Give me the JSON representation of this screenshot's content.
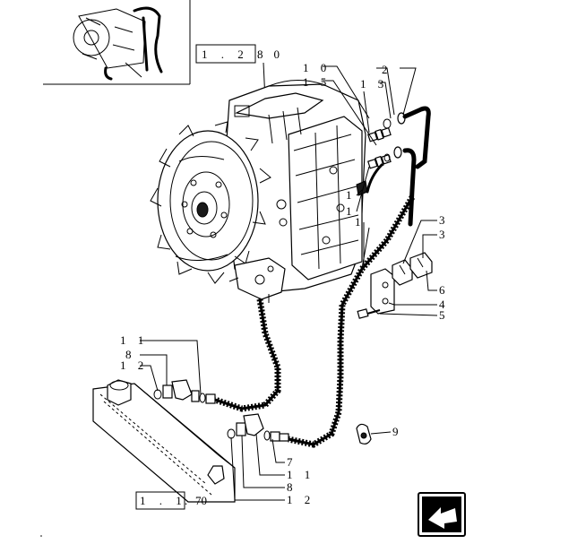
{
  "references": {
    "top": {
      "box": "1 . 2 8",
      "suffix": ". 0"
    },
    "bottom": {
      "box": "1 . 1 7",
      "suffix": ". 0"
    }
  },
  "callouts": [
    "1 0",
    "1 5",
    "2",
    "1 3",
    "1",
    "1",
    "1",
    "3",
    "3",
    "6",
    "4",
    "5",
    "1 1",
    "8",
    "1 2",
    "7",
    "1 1",
    "8",
    "1 2",
    "9"
  ],
  "icons": {
    "nav_corner": "arrow-down-left-icon"
  }
}
